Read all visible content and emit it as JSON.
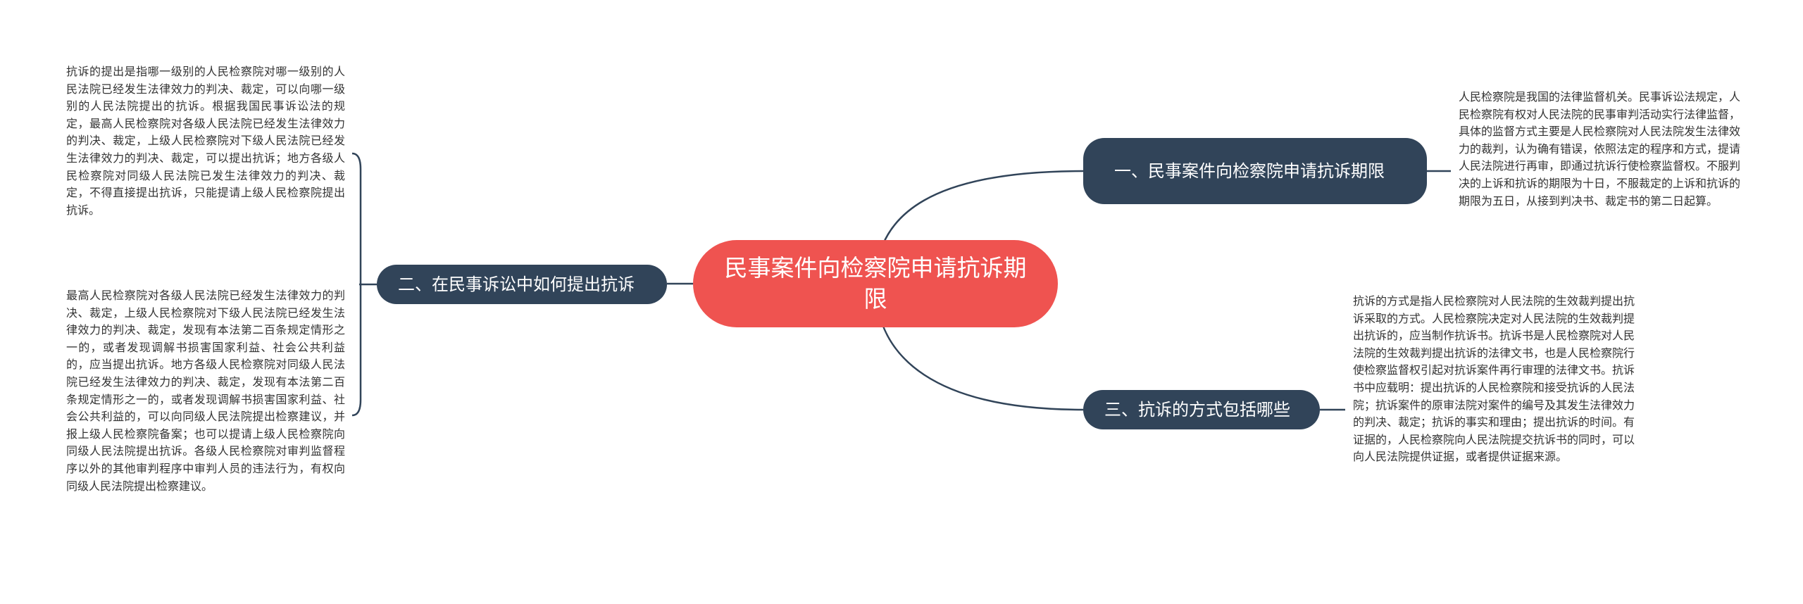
{
  "root": {
    "title": "民事案件向检察院申请抗诉期限"
  },
  "branches": [
    {
      "label": "一、民事案件向检察院申请抗诉期限",
      "notes": [
        "人民检察院是我国的法律监督机关。民事诉讼法规定，人民检察院有权对人民法院的民事审判活动实行法律监督，具体的监督方式主要是人民检察院对人民法院发生法律效力的裁判，认为确有错误，依照法定的程序和方式，提请人民法院进行再审，即通过抗诉行使检察监督权。不服判决的上诉和抗诉的期限为十日，不服裁定的上诉和抗诉的期限为五日，从接到判决书、裁定书的第二日起算。"
      ]
    },
    {
      "label": "二、在民事诉讼中如何提出抗诉",
      "notes": [
        "抗诉的提出是指哪一级别的人民检察院对哪一级别的人民法院已经发生法律效力的判决、裁定，可以向哪一级别的人民法院提出的抗诉。根据我国民事诉讼法的规定，最高人民检察院对各级人民法院已经发生法律效力的判决、裁定，上级人民检察院对下级人民法院已经发生法律效力的判决、裁定，可以提出抗诉；地方各级人民检察院对同级人民法院已发生法律效力的判决、裁定，不得直接提出抗诉，只能提请上级人民检察院提出抗诉。",
        "最高人民检察院对各级人民法院已经发生法律效力的判决、裁定，上级人民检察院对下级人民法院已经发生法律效力的判决、裁定，发现有本法第二百条规定情形之一的，或者发现调解书损害国家利益、社会公共利益的，应当提出抗诉。地方各级人民检察院对同级人民法院已经发生法律效力的判决、裁定，发现有本法第二百条规定情形之一的，或者发现调解书损害国家利益、社会公共利益的，可以向同级人民法院提出检察建议，并报上级人民检察院备案；也可以提请上级人民检察院向同级人民法院提出抗诉。各级人民检察院对审判监督程序以外的其他审判程序中审判人员的违法行为，有权向同级人民法院提出检察建议。"
      ]
    },
    {
      "label": "三、抗诉的方式包括哪些",
      "notes": [
        "抗诉的方式是指人民检察院对人民法院的生效裁判提出抗诉采取的方式。人民检察院决定对人民法院的生效裁判提出抗诉的，应当制作抗诉书。抗诉书是人民检察院对人民法院的生效裁判提出抗诉的法律文书，也是人民检察院行使检察监督权引起对抗诉案件再行审理的法律文书。抗诉书中应载明：提出抗诉的人民检察院和接受抗诉的人民法院；抗诉案件的原审法院对案件的编号及其发生法律效力的判决、裁定；抗诉的事实和理由；提出抗诉的时间。有证据的，人民检察院向人民法院提交抗诉书的同时，可以向人民法院提供证据，或者提供证据来源。"
      ]
    }
  ],
  "colors": {
    "root": "#ef5350",
    "branch": "#314459",
    "line": "#314459",
    "leaf_text": "#333333"
  }
}
